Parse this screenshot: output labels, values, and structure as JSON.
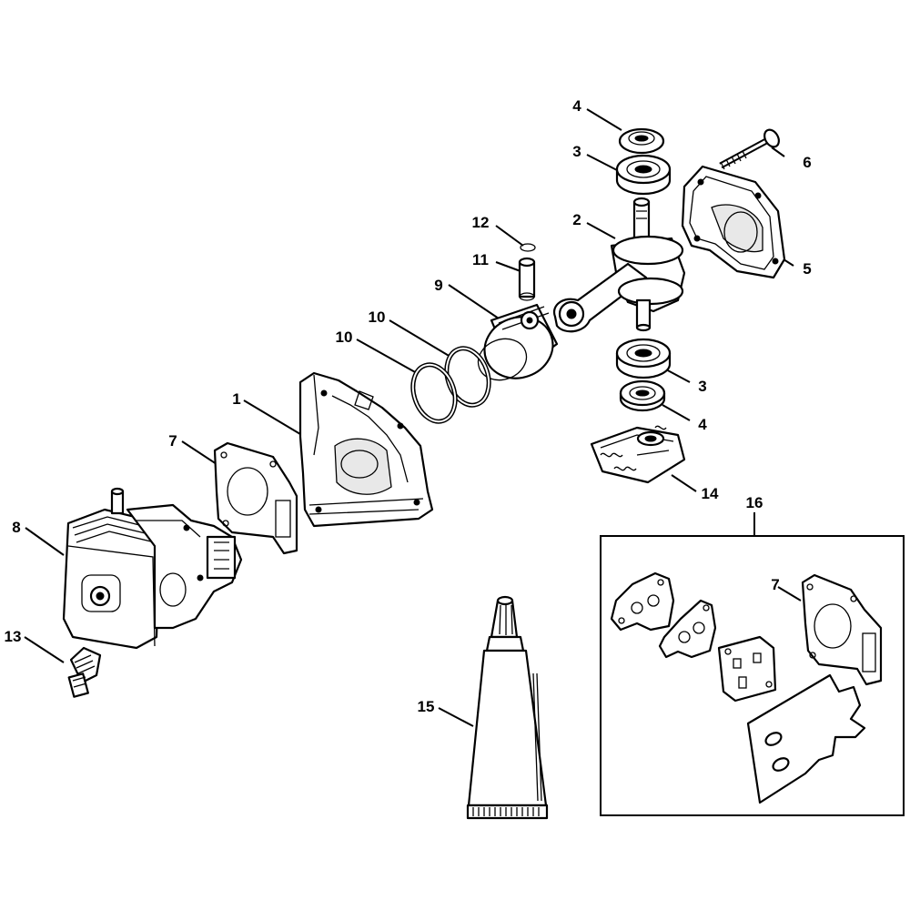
{
  "labels": {
    "crankcase": "1",
    "crankshaft": "2",
    "bearing_upper": "3",
    "bearing_lower": "3",
    "seal_upper": "4",
    "seal_lower": "4",
    "cover": "5",
    "screw": "6",
    "gasket_cylinder": "7",
    "gasket_kit_item": "7",
    "cylinder": "8",
    "piston": "9",
    "ring_a": "10",
    "ring_b": "10",
    "piston_pin": "11",
    "circlip": "12",
    "spark_plug": "13",
    "clutch": "14",
    "sealant_tube": "15",
    "gasket_set": "16"
  }
}
